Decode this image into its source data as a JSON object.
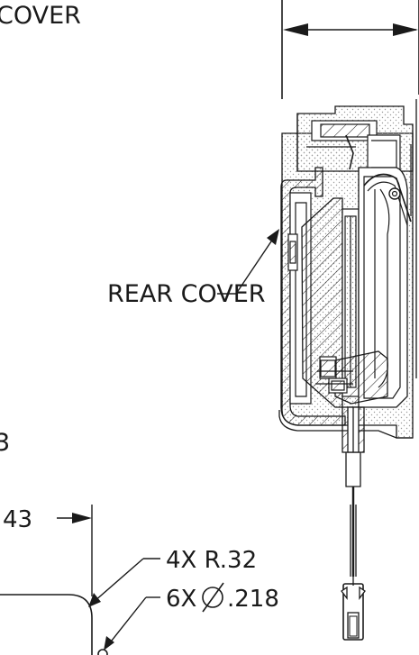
{
  "labels": {
    "top_cover_fragment": "COVER",
    "rear_cover": "REAR COVER",
    "left_fragment_3": "3",
    "dim_43": "43",
    "fillet_radius": "4X R.32",
    "hole_diameter_count": "6X",
    "hole_diameter_value": ".218"
  },
  "colors": {
    "line": "#1a1a1a",
    "stipple": "#9a9a9a",
    "background": "#ffffff"
  },
  "icons": {
    "diameter": "diameter-symbol-icon",
    "arrowheads": "dimension-arrow-icon"
  }
}
